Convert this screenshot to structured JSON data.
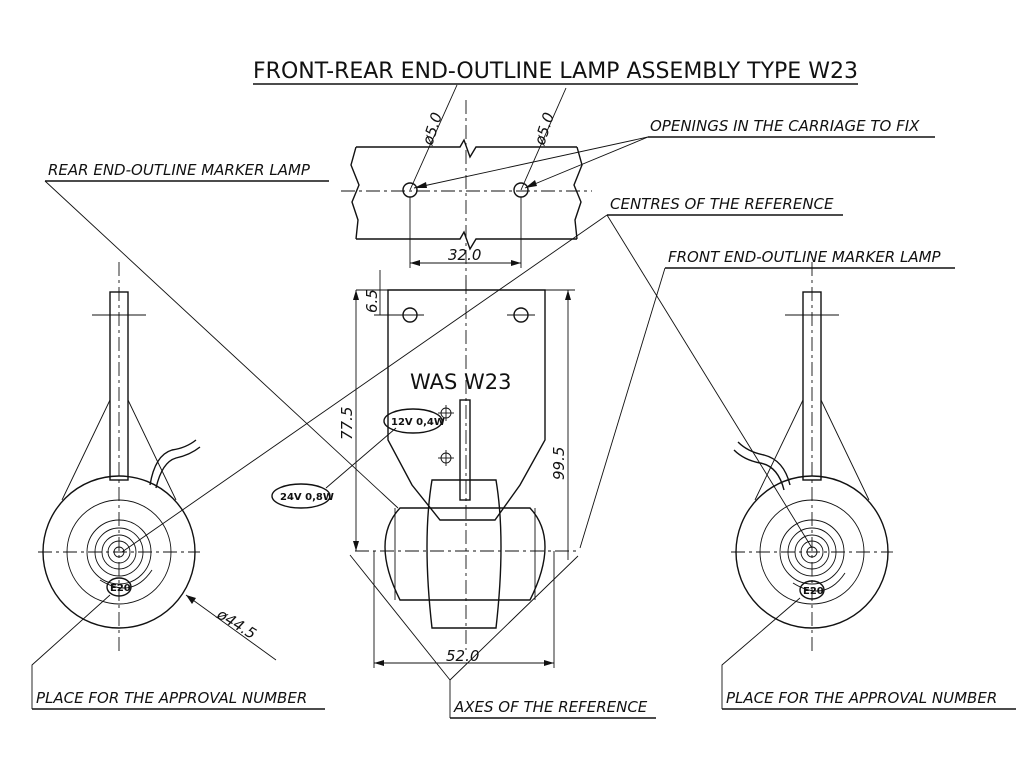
{
  "title": "FRONT-REAR END-OUTLINE LAMP ASSEMBLY TYPE W23",
  "labels": {
    "openings": "OPENINGS IN THE CARRIAGE TO FIX",
    "rear_lamp": "REAR END-OUTLINE MARKER LAMP",
    "centres": "CENTRES OF THE REFERENCE",
    "front_lamp": "FRONT END-OUTLINE MARKER LAMP",
    "approval_left": "PLACE FOR THE APPROVAL NUMBER",
    "approval_right": "PLACE FOR THE APPROVAL NUMBER",
    "axes": "AXES OF THE REFERENCE"
  },
  "dimensions": {
    "hole_left": "ø5.0",
    "hole_right": "ø5.0",
    "hole_spacing": "32.0",
    "top_offset": "6.5",
    "height_left": "77.5",
    "height_right": "99.5",
    "width": "52.0",
    "diameter": "ø44.5"
  },
  "marking": {
    "product": "WAS W23",
    "rating_12v": "12V 0,4W",
    "rating_24v": "24V 0,8W",
    "approval_mark_left": "E20",
    "approval_mark_right": "E20"
  }
}
